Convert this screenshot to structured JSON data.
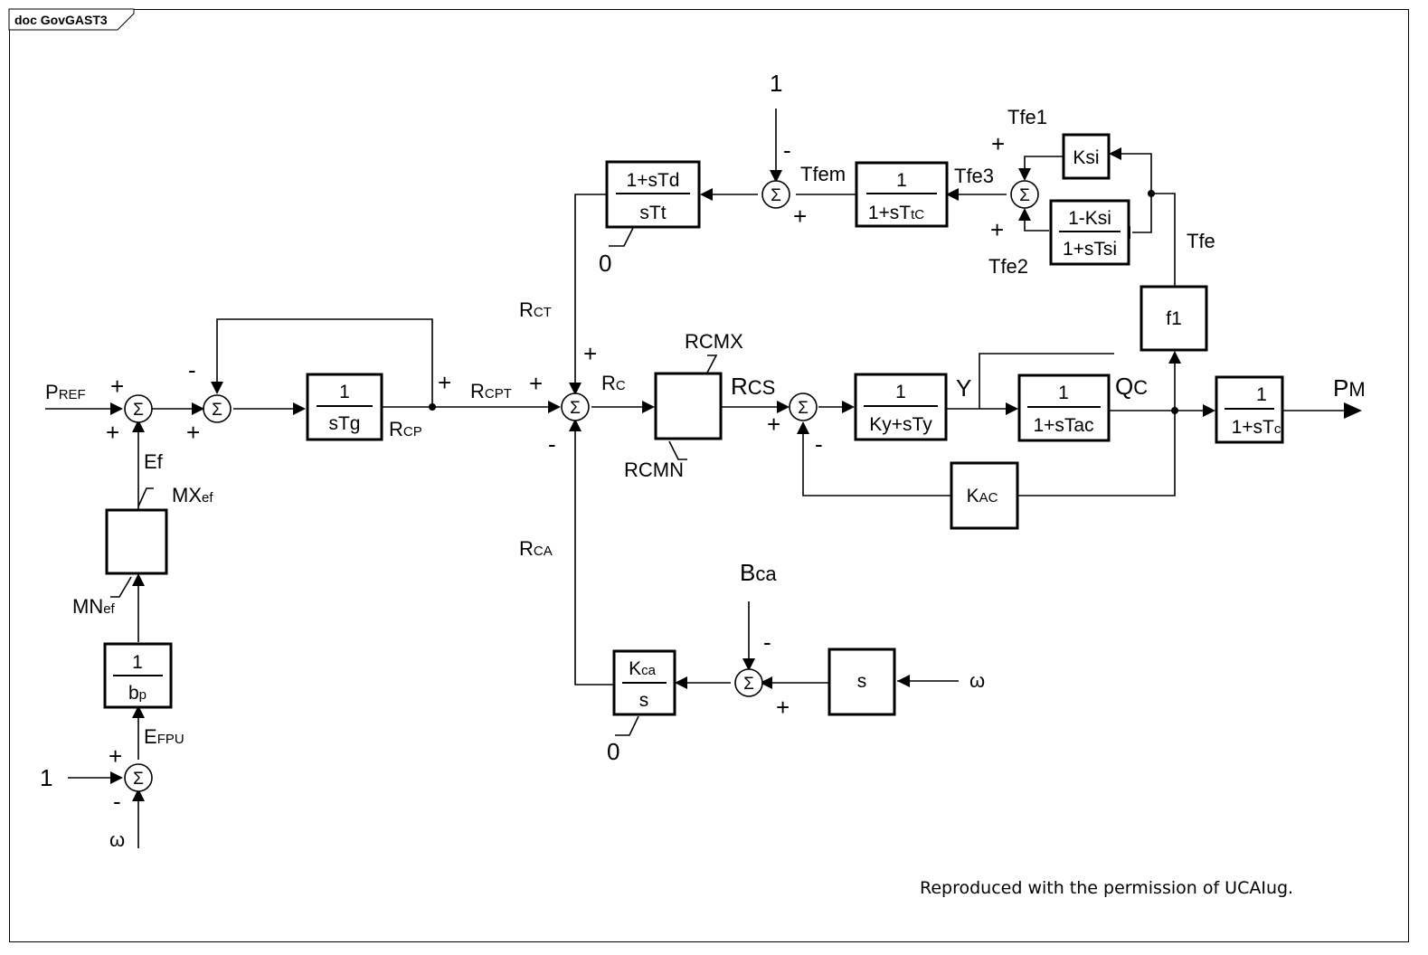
{
  "tab": {
    "label": "doc GovGAST3"
  },
  "footer": {
    "note": "Reproduced with the permission of UCAIug."
  },
  "symbols": {
    "sigma": "Σ",
    "plus": "+",
    "minus": "-",
    "one": "1",
    "zero": "0",
    "omega": "ω"
  },
  "blocks": {
    "inv_bp": {
      "num": "1",
      "den": "b",
      "den_sub": "p"
    },
    "int_tg": {
      "num": "1",
      "den": "sTg"
    },
    "lead_td": {
      "num": "1+sTd",
      "den": "sTt"
    },
    "lag_ttc": {
      "num": "1",
      "den": "1+sT",
      "den_sub": "tC"
    },
    "ksi": {
      "label": "Ksi"
    },
    "lag_ksi": {
      "num": "1-Ksi",
      "den": "1+sTsi"
    },
    "f1": {
      "label": "f1"
    },
    "lag_ty": {
      "num": "1",
      "den": "Ky+sTy"
    },
    "lag_tac": {
      "num": "1",
      "den": "1+sTac"
    },
    "lag_tc": {
      "num": "1",
      "den": "1+sT",
      "den_sub": "c"
    },
    "kac": {
      "label": "K",
      "sub": "AC"
    },
    "kca": {
      "num": "K",
      "num_sub": "ca",
      "den": "s"
    },
    "deriv": {
      "label": "s"
    }
  },
  "signals": {
    "pref": {
      "main": "P",
      "sub": "REF"
    },
    "ef": "Ef",
    "mxef": {
      "main": "MX",
      "sub": "ef"
    },
    "mnef": {
      "main": "MN",
      "sub": "ef"
    },
    "efpu": {
      "main": "E",
      "sub": "FPU"
    },
    "rcp": {
      "main": "R",
      "sub": "CP"
    },
    "rcpt": {
      "main": "R",
      "sub": "CPT"
    },
    "rct": {
      "main": "R",
      "sub": "CT"
    },
    "rc": {
      "main": "R",
      "sub": "C"
    },
    "rcmx": "RCMX",
    "rcmn": "RCMN",
    "rcs": {
      "main": "R",
      "sub": "CS"
    },
    "rca": {
      "main": "R",
      "sub": "CA"
    },
    "y": "Y",
    "qc": {
      "main": "Q",
      "sub": "C"
    },
    "pm": {
      "main": "P",
      "sub": "M"
    },
    "tfem": "Tfem",
    "tfe1": "Tfe1",
    "tfe2": "Tfe2",
    "tfe3": "Tfe3",
    "tfe": "Tfe",
    "bca": {
      "main": "B",
      "sub": "ca"
    }
  }
}
